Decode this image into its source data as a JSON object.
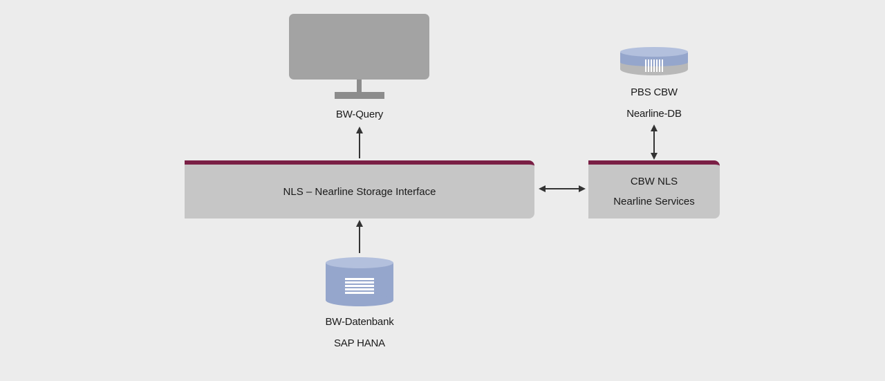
{
  "diagram": {
    "query_label": "BW-Query",
    "nls_box_label": "NLS – Nearline Storage Interface",
    "cbw_box_line1": "CBW NLS",
    "cbw_box_line2": "Nearline Services",
    "nearline_db_line1": "PBS CBW",
    "nearline_db_line2": "Nearline-DB",
    "bw_db_line1": "BW-Datenbank",
    "bw_db_line2": "SAP HANA"
  },
  "colors": {
    "background": "#ececec",
    "box_fill": "#c6c6c6",
    "box_accent": "#7a1f45",
    "monitor": "#a3a3a3",
    "db_blue": "#95a6cc",
    "db_gray": "#b8b8b8",
    "arrow": "#333333"
  },
  "icons": [
    "monitor-icon",
    "nearline-db-icon",
    "bw-database-icon"
  ]
}
